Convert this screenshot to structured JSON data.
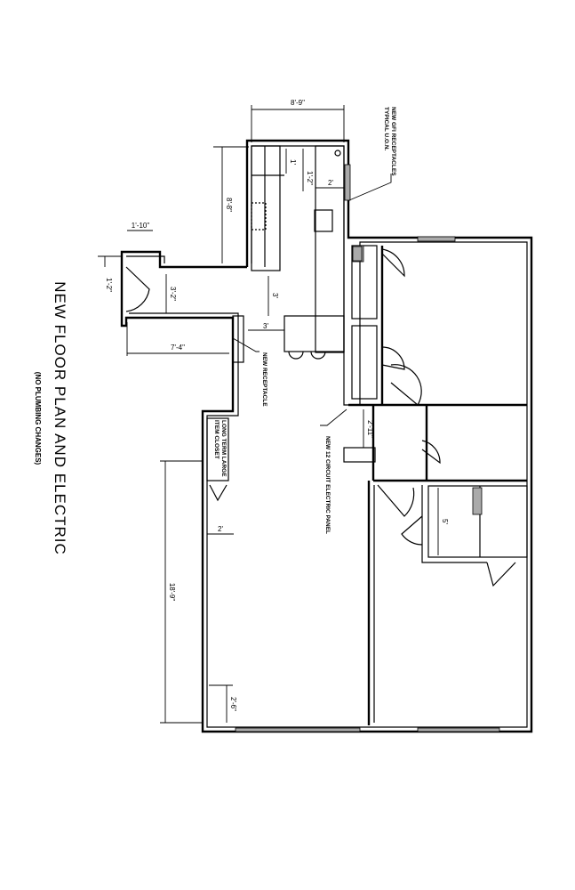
{
  "title": "NEW FLOOR PLAN AND ELECTRIC",
  "subtitle": "(NO PLUMBING CHANGES)",
  "notes": {
    "gfi_line1": "NEW GFI RECEPTACLES",
    "gfi_line2": "TYPICAL U.O.N.",
    "receptacle": "NEW RECEPTACLE",
    "panel": "NEW 12 CIRCUIT ELECTRIC PANEL",
    "closet_line1": "LONG TERM LARGE",
    "closet_line2": "ITEM CLOSET"
  },
  "dimensions": {
    "kitchen_width": "8'-9\"",
    "kitchen_depth": "8'-8\"",
    "entry_width": "1'-10\"",
    "entry_offset": "1'-2\"",
    "hall_width": "3'-2\"",
    "hall_length": "7'-4\"",
    "island_gap": "3'",
    "island_side_gap": "3'",
    "counter_1": "1'",
    "counter_2": "1'-2\"",
    "counter_3": "2'",
    "panel_clearance": "2'-11\"",
    "closet_5": "5'",
    "closet_depth": "2'",
    "room_length": "18'-9\"",
    "room_offset": "2'-6\""
  }
}
